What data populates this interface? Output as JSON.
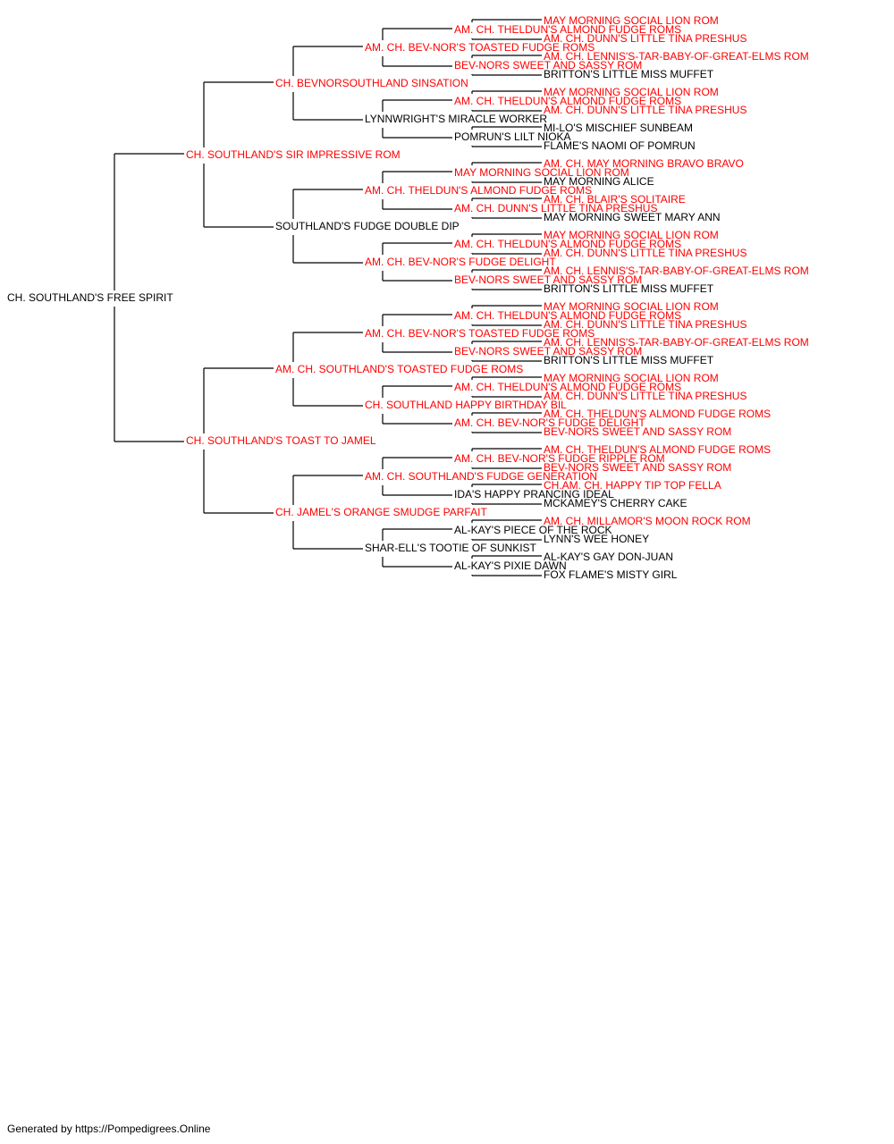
{
  "colors": {
    "champion": "#ff0000",
    "plain": "#000000",
    "line": "#000000"
  },
  "footer": "Generated by https://Pompedigrees.Online",
  "pedigree": {
    "name": "CH. SOUTHLAND'S FREE SPIRIT",
    "titled": false,
    "sire": {
      "name": "CH. SOUTHLAND'S SIR IMPRESSIVE ROM",
      "titled": true,
      "sire": {
        "name": "CH. BEVNORSOUTHLAND SINSATION",
        "titled": true,
        "sire": {
          "name": "AM. CH. BEV-NOR'S TOASTED FUDGE ROMS",
          "titled": true,
          "sire": {
            "name": "AM. CH. THELDUN'S ALMOND FUDGE ROMS",
            "titled": true,
            "sire": {
              "name": "MAY MORNING SOCIAL LION ROM",
              "titled": true
            },
            "dam": {
              "name": "AM. CH. DUNN'S LITTLE TINA PRESHUS",
              "titled": true
            }
          },
          "dam": {
            "name": "BEV-NORS SWEET AND SASSY ROM",
            "titled": true,
            "sire": {
              "name": "AM. CH. LENNIS'S-TAR-BABY-OF-GREAT-ELMS ROM",
              "titled": true
            },
            "dam": {
              "name": "BRITTON'S LITTLE MISS MUFFET",
              "titled": false
            }
          }
        },
        "dam": {
          "name": "LYNNWRIGHT'S MIRACLE WORKER",
          "titled": false,
          "sire": {
            "name": "AM. CH. THELDUN'S ALMOND FUDGE ROMS",
            "titled": true,
            "sire": {
              "name": "MAY MORNING SOCIAL LION ROM",
              "titled": true
            },
            "dam": {
              "name": "AM. CH. DUNN'S LITTLE TINA PRESHUS",
              "titled": true
            }
          },
          "dam": {
            "name": "POMRUN'S LILT NIOKA",
            "titled": false,
            "sire": {
              "name": "MI-LO'S MISCHIEF SUNBEAM",
              "titled": false
            },
            "dam": {
              "name": "FLAME'S NAOMI OF POMRUN",
              "titled": false
            }
          }
        }
      },
      "dam": {
        "name": "SOUTHLAND'S FUDGE DOUBLE DIP",
        "titled": false,
        "sire": {
          "name": "AM. CH. THELDUN'S ALMOND FUDGE ROMS",
          "titled": true,
          "sire": {
            "name": "MAY MORNING SOCIAL LION ROM",
            "titled": true,
            "sire": {
              "name": "AM. CH. MAY MORNING BRAVO BRAVO",
              "titled": true
            },
            "dam": {
              "name": "MAY MORNING ALICE",
              "titled": false
            }
          },
          "dam": {
            "name": "AM. CH. DUNN'S LITTLE TINA PRESHUS",
            "titled": true,
            "sire": {
              "name": "AM. CH. BLAIR'S SOLITAIRE",
              "titled": true
            },
            "dam": {
              "name": "MAY MORNING SWEET MARY ANN",
              "titled": false
            }
          }
        },
        "dam": {
          "name": "AM. CH. BEV-NOR'S FUDGE DELIGHT",
          "titled": true,
          "sire": {
            "name": "AM. CH. THELDUN'S ALMOND FUDGE ROMS",
            "titled": true,
            "sire": {
              "name": "MAY MORNING SOCIAL LION ROM",
              "titled": true
            },
            "dam": {
              "name": "AM. CH. DUNN'S LITTLE TINA PRESHUS",
              "titled": true
            }
          },
          "dam": {
            "name": "BEV-NORS SWEET AND SASSY ROM",
            "titled": true,
            "sire": {
              "name": "AM. CH. LENNIS'S-TAR-BABY-OF-GREAT-ELMS ROM",
              "titled": true
            },
            "dam": {
              "name": "BRITTON'S LITTLE MISS MUFFET",
              "titled": false
            }
          }
        }
      }
    },
    "dam": {
      "name": "CH. SOUTHLAND'S TOAST TO JAMEL",
      "titled": true,
      "sire": {
        "name": "AM. CH. SOUTHLAND'S TOASTED FUDGE ROMS",
        "titled": true,
        "sire": {
          "name": "AM. CH. BEV-NOR'S TOASTED FUDGE ROMS",
          "titled": true,
          "sire": {
            "name": "AM. CH. THELDUN'S ALMOND FUDGE ROMS",
            "titled": true,
            "sire": {
              "name": "MAY MORNING SOCIAL LION ROM",
              "titled": true
            },
            "dam": {
              "name": "AM. CH. DUNN'S LITTLE TINA PRESHUS",
              "titled": true
            }
          },
          "dam": {
            "name": "BEV-NORS SWEET AND SASSY ROM",
            "titled": true,
            "sire": {
              "name": "AM. CH. LENNIS'S-TAR-BABY-OF-GREAT-ELMS ROM",
              "titled": true
            },
            "dam": {
              "name": "BRITTON'S LITTLE MISS MUFFET",
              "titled": false
            }
          }
        },
        "dam": {
          "name": "CH. SOUTHLAND HAPPY BIRTHDAY BIL",
          "titled": true,
          "sire": {
            "name": "AM. CH. THELDUN'S ALMOND FUDGE ROMS",
            "titled": true,
            "sire": {
              "name": "MAY MORNING SOCIAL LION ROM",
              "titled": true
            },
            "dam": {
              "name": "AM. CH. DUNN'S LITTLE TINA PRESHUS",
              "titled": true
            }
          },
          "dam": {
            "name": "AM. CH. BEV-NOR'S FUDGE DELIGHT",
            "titled": true,
            "sire": {
              "name": "AM. CH. THELDUN'S ALMOND FUDGE ROMS",
              "titled": true
            },
            "dam": {
              "name": "BEV-NORS SWEET AND SASSY ROM",
              "titled": true
            }
          }
        }
      },
      "dam": {
        "name": "CH. JAMEL'S ORANGE SMUDGE PARFAIT",
        "titled": true,
        "sire": {
          "name": "AM. CH. SOUTHLAND'S FUDGE GENERATION",
          "titled": true,
          "sire": {
            "name": "AM. CH. BEV-NOR'S FUDGE RIPPLE ROM",
            "titled": true,
            "sire": {
              "name": "AM. CH. THELDUN'S ALMOND FUDGE ROMS",
              "titled": true
            },
            "dam": {
              "name": "BEV-NORS SWEET AND SASSY ROM",
              "titled": true
            }
          },
          "dam": {
            "name": "IDA'S HAPPY PRANCING IDEAL",
            "titled": false,
            "sire": {
              "name": "CH.AM. CH. HAPPY TIP TOP FELLA",
              "titled": true
            },
            "dam": {
              "name": "MCKAMEY'S CHERRY CAKE",
              "titled": false
            }
          }
        },
        "dam": {
          "name": "SHAR-ELL'S TOOTIE OF SUNKIST",
          "titled": false,
          "sire": {
            "name": "AL-KAY'S PIECE OF THE ROCK",
            "titled": false,
            "sire": {
              "name": "AM. CH. MILLAMOR'S MOON ROCK ROM",
              "titled": true
            },
            "dam": {
              "name": "LYNN'S WEE HONEY",
              "titled": false
            }
          },
          "dam": {
            "name": "AL-KAY'S PIXIE DAWN",
            "titled": false,
            "sire": {
              "name": "AL-KAY'S GAY DON-JUAN",
              "titled": false
            },
            "dam": {
              "name": "FOX FLAME'S MISTY GIRL",
              "titled": false
            }
          }
        }
      }
    }
  }
}
